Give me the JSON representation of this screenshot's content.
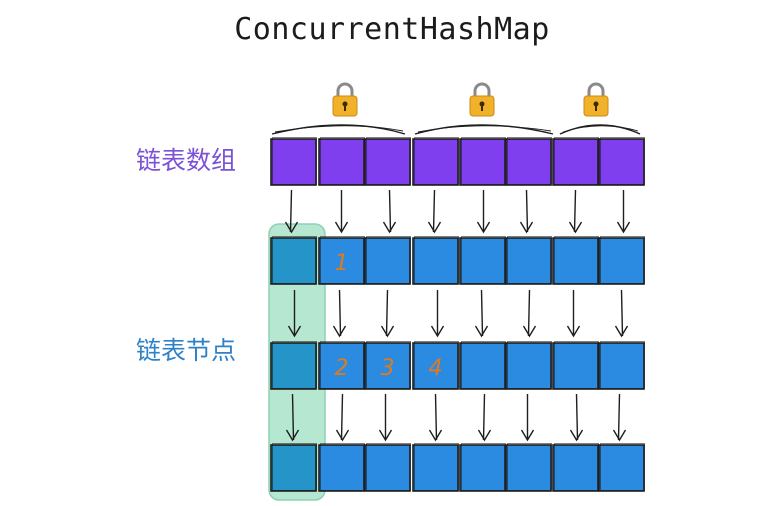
{
  "title": "ConcurrentHashMap",
  "labels": {
    "array": "链表数组",
    "node": "链表节点"
  },
  "node_numbers": [
    "1",
    "2",
    "3",
    "4"
  ],
  "colors": {
    "array_cell": "#7f3fee",
    "node_cell": "#2b8be0",
    "highlight_cell": "#2594c9",
    "highlight_band": "#a9e3c9",
    "array_label": "#7b52d6",
    "node_label": "#2f82c7",
    "number": "#e07a1f",
    "lock_body": "#f2b12a",
    "stroke": "#1e1e1e"
  },
  "icons": [
    "lock-icon",
    "lock-icon",
    "lock-icon"
  ]
}
